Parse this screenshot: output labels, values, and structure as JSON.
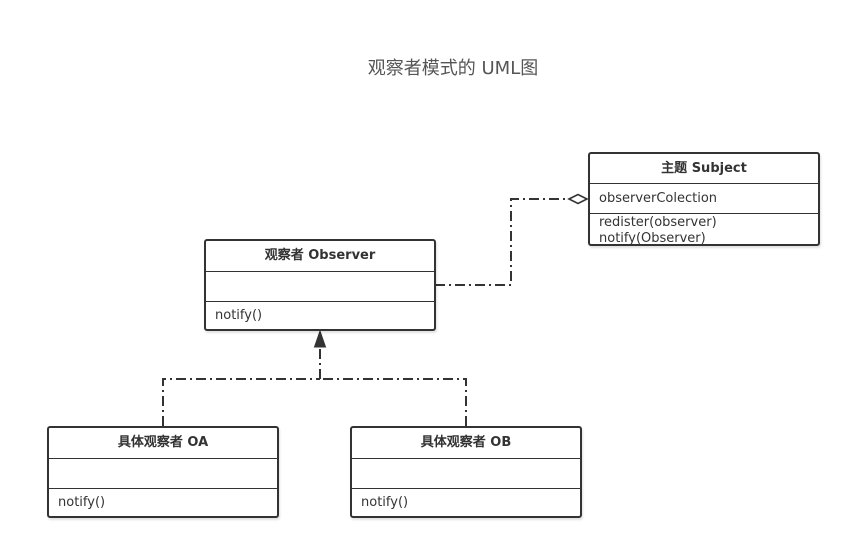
{
  "title": "观察者模式的 UML图",
  "classes": {
    "subject": {
      "name": "主题 Subject",
      "attributes": [
        "observerColection"
      ],
      "operations": [
        "redister(observer)",
        "notify(Observer)"
      ]
    },
    "observer": {
      "name": "观察者 Observer",
      "attributes": [],
      "operations": [
        "notify()"
      ]
    },
    "oa": {
      "name": "具体观察者 OA",
      "attributes": [],
      "operations": [
        "notify()"
      ]
    },
    "ob": {
      "name": "具体观察者 OB",
      "attributes": [],
      "operations": [
        "notify()"
      ]
    }
  },
  "colors": {
    "line": "#333333",
    "border": "#333333",
    "title": "#555555"
  }
}
